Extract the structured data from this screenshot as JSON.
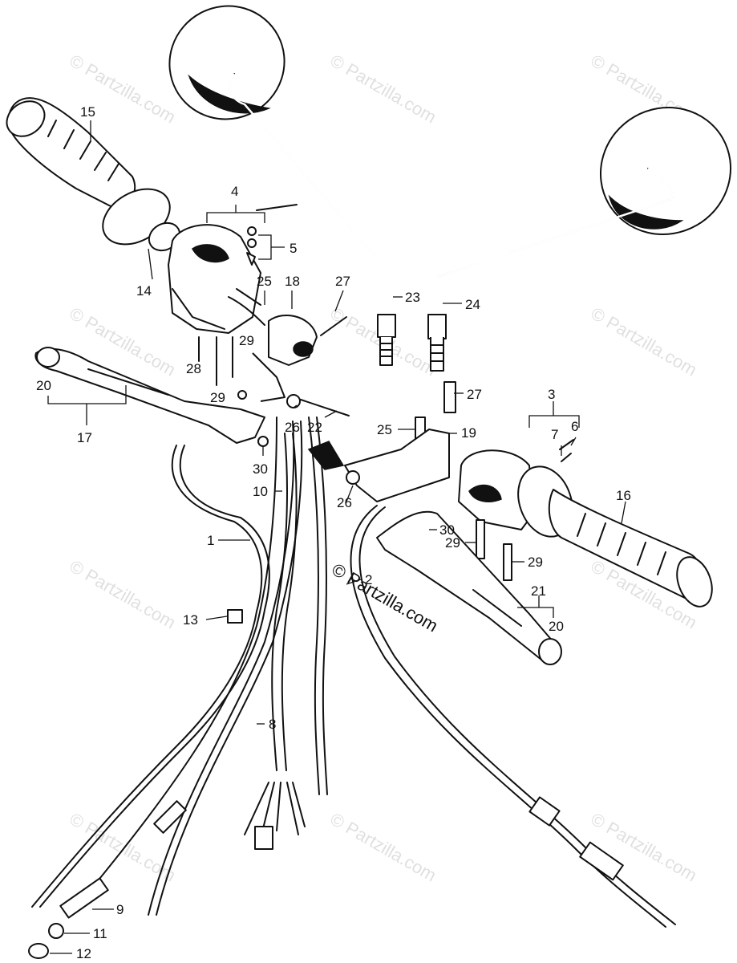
{
  "diagram": {
    "callouts": [
      {
        "id": "c-15",
        "text": "15"
      },
      {
        "id": "c-4",
        "text": "4"
      },
      {
        "id": "c-5",
        "text": "5"
      },
      {
        "id": "c-14",
        "text": "14"
      },
      {
        "id": "c-25a",
        "text": "25"
      },
      {
        "id": "c-18",
        "text": "18"
      },
      {
        "id": "c-27a",
        "text": "27"
      },
      {
        "id": "c-23",
        "text": "23"
      },
      {
        "id": "c-24",
        "text": "24"
      },
      {
        "id": "c-29a",
        "text": "29"
      },
      {
        "id": "c-28",
        "text": "28"
      },
      {
        "id": "c-29b",
        "text": "29"
      },
      {
        "id": "c-20a",
        "text": "20"
      },
      {
        "id": "c-17",
        "text": "17"
      },
      {
        "id": "c-26a",
        "text": "26"
      },
      {
        "id": "c-22",
        "text": "22"
      },
      {
        "id": "c-27b",
        "text": "27"
      },
      {
        "id": "c-3",
        "text": "3"
      },
      {
        "id": "c-6",
        "text": "6"
      },
      {
        "id": "c-7",
        "text": "7"
      },
      {
        "id": "c-25b",
        "text": "25"
      },
      {
        "id": "c-19",
        "text": "19"
      },
      {
        "id": "c-30a",
        "text": "30"
      },
      {
        "id": "c-10",
        "text": "10"
      },
      {
        "id": "c-26b",
        "text": "26"
      },
      {
        "id": "c-16",
        "text": "16"
      },
      {
        "id": "c-30b",
        "text": "30"
      },
      {
        "id": "c-29c",
        "text": "29"
      },
      {
        "id": "c-29d",
        "text": "29"
      },
      {
        "id": "c-1",
        "text": "1"
      },
      {
        "id": "c-2",
        "text": "2"
      },
      {
        "id": "c-21",
        "text": "21"
      },
      {
        "id": "c-20b",
        "text": "20"
      },
      {
        "id": "c-13",
        "text": "13"
      },
      {
        "id": "c-8",
        "text": "8"
      },
      {
        "id": "c-9",
        "text": "9"
      },
      {
        "id": "c-11",
        "text": "11"
      },
      {
        "id": "c-12",
        "text": "12"
      }
    ],
    "watermark_text": "© Partzilla.com"
  }
}
